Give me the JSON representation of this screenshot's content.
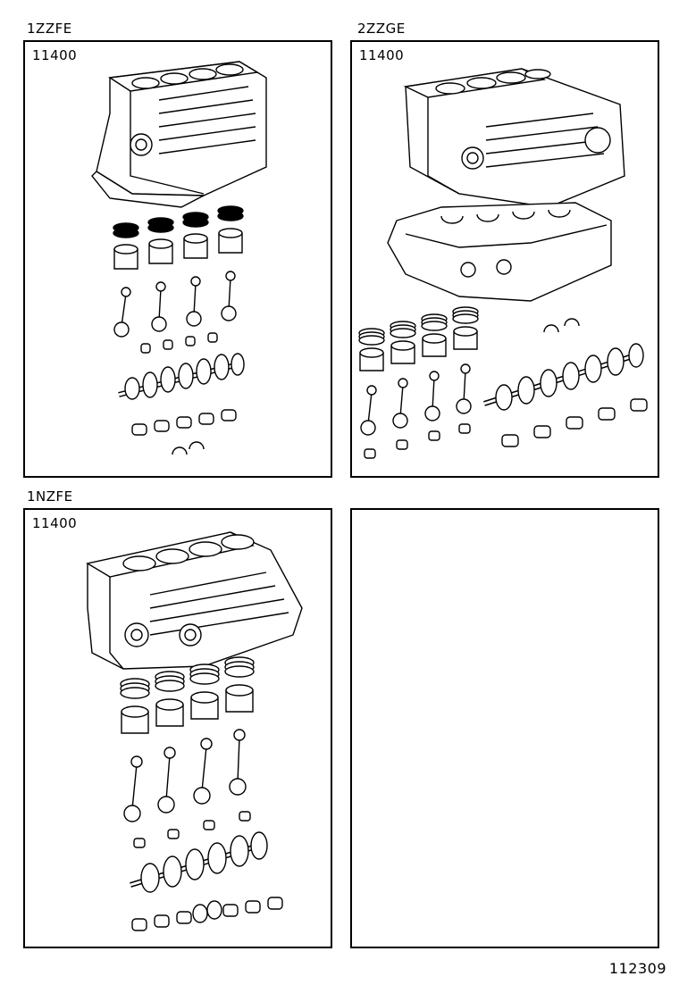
{
  "panels": [
    {
      "engine": "1ZZFE",
      "part_number": "11400"
    },
    {
      "engine": "2ZZGE",
      "part_number": "11400"
    },
    {
      "engine": "1NZFE",
      "part_number": "11400"
    },
    {
      "engine": "",
      "part_number": ""
    }
  ],
  "diagram_id": "112309"
}
